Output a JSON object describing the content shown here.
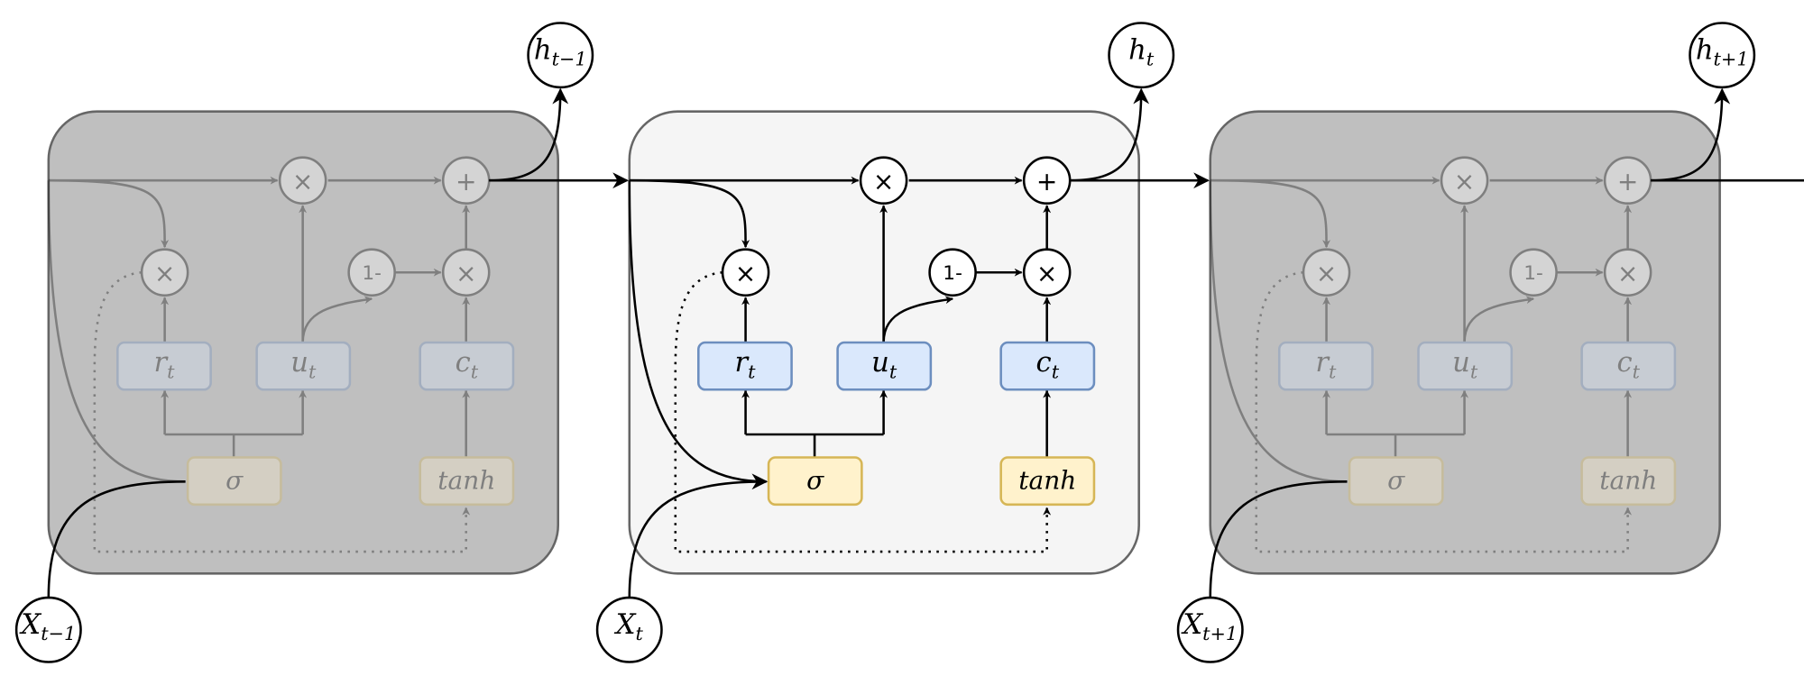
{
  "colors": {
    "cell_active_fill": "#f5f5f5",
    "cell_faded_fill": "#bfbfbf",
    "cell_stroke": "#666666",
    "gate_fill": "#dae8fc",
    "gate_stroke": "#6c8ebf",
    "activation_fill": "#fff2cc",
    "activation_stroke": "#d6b656",
    "line": "#000000"
  },
  "operators": {
    "multiply": "×",
    "add": "+",
    "one_minus": "1-"
  },
  "gates": {
    "reset": {
      "base": "r",
      "sub": "t"
    },
    "update": {
      "base": "u",
      "sub": "t"
    },
    "candidate": {
      "base": "c",
      "sub": "t"
    }
  },
  "activations": {
    "sigmoid": "σ",
    "tanh": "tanh"
  },
  "cells": [
    {
      "state": "faded",
      "output": {
        "base": "h",
        "sub": "t−1"
      },
      "input": {
        "base": "X",
        "sub": "t−1"
      }
    },
    {
      "state": "active",
      "output": {
        "base": "h",
        "sub": "t"
      },
      "input": {
        "base": "X",
        "sub": "t"
      }
    },
    {
      "state": "faded",
      "output": {
        "base": "h",
        "sub": "t+1"
      },
      "input": {
        "base": "X",
        "sub": "t+1"
      }
    }
  ]
}
